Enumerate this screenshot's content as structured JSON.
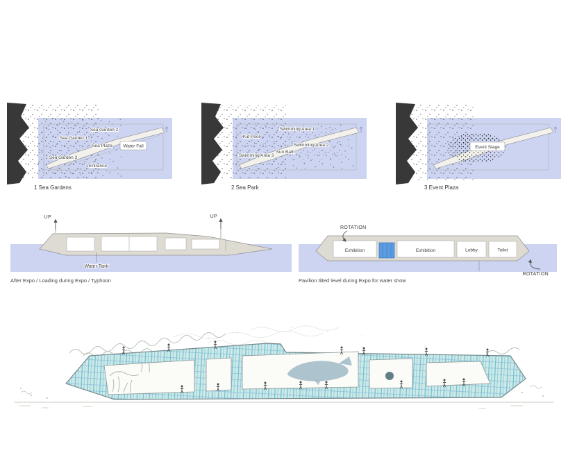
{
  "title": "Pavilion diagrams sheet",
  "colors": {
    "water": "#ccd4f2",
    "shore": "#383838",
    "hull_fill": "#dedbd2",
    "hull_stroke": "#949494",
    "teal": "#6fc2cb",
    "teal_light": "#cfe9ea",
    "blue_accent": "#7db9d8",
    "tank_blue": "#5b9be0",
    "ink": "#3d3d3d"
  },
  "plans": [
    {
      "caption": "1 Sea Gardens",
      "labels": {
        "garden2": "Sea Garden 2",
        "garden1": "Sea Garden 1",
        "plaza": "Sea Plaza",
        "waterfall": "Water Fall",
        "garden3": "Sea Garden 3",
        "entrance": "Entrance"
      }
    },
    {
      "caption": "2 Sea Park",
      "labels": {
        "area1": "Swimming Area 1",
        "kidpool": "Kid Pool",
        "area2": "Swimming Area 2",
        "sunbath": "Sun Bath",
        "area3": "Swimming Area 3"
      }
    },
    {
      "caption": "3 Event Plaza",
      "labels": {
        "stage": "Event Stage"
      }
    }
  ],
  "sections": {
    "left": {
      "up": "UP",
      "water_tank": "Water Tank",
      "caption": "After Expo / Loading during Expo / Typhoon"
    },
    "right": {
      "rotation": "ROTATION",
      "rooms": [
        "Exhibition",
        "Exhibition",
        "Lobby",
        "Toilet"
      ],
      "caption": "Pavilion tilted level during Expo for water show"
    }
  }
}
